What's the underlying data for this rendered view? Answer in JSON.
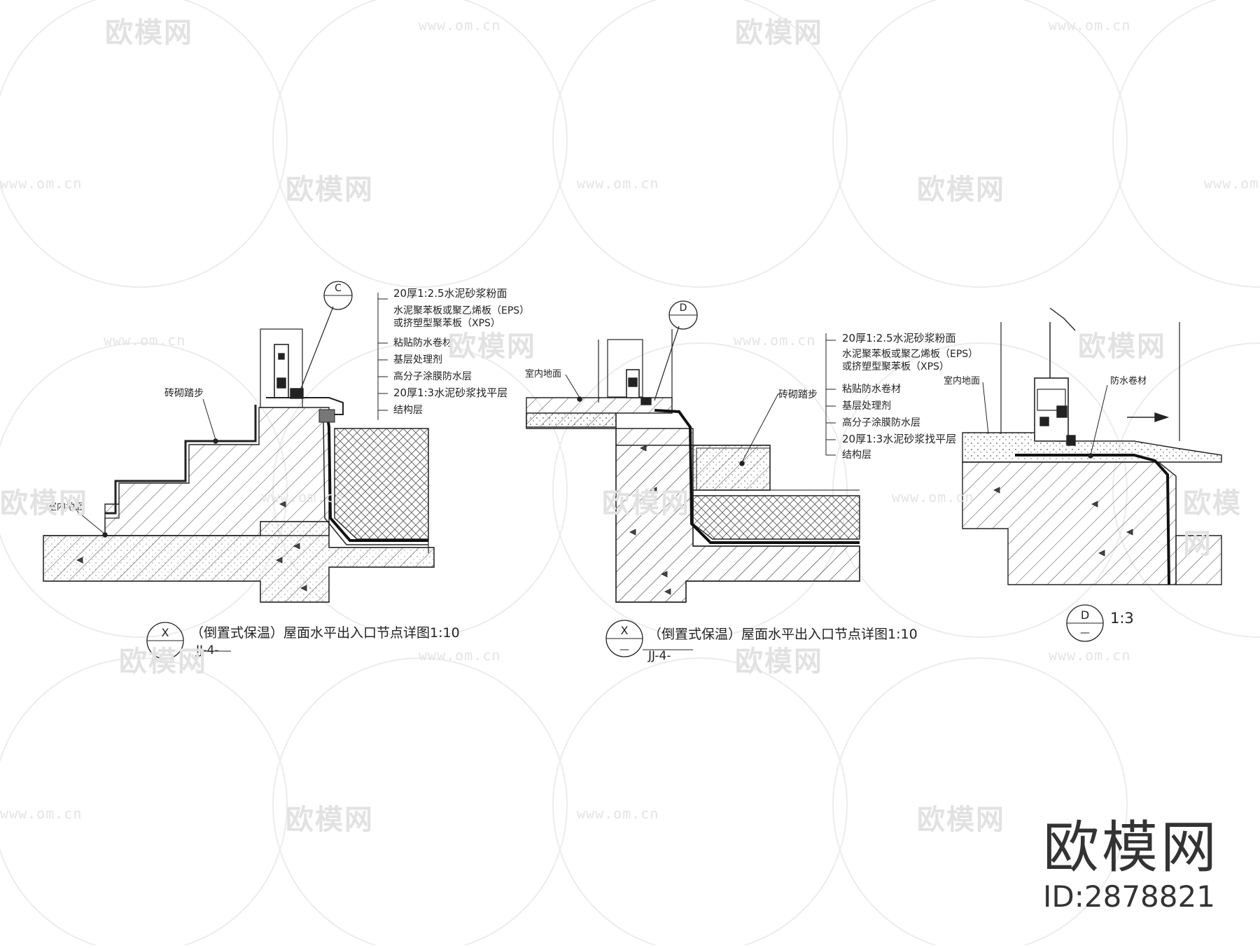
{
  "watermark": {
    "logo_text": "欧模网",
    "url_text": "www.om.cn"
  },
  "brand": {
    "name": "欧模网",
    "id": "ID:2878821"
  },
  "drawing1": {
    "callout_letter": "C",
    "labels": [
      "20厚1:2.5水泥砂浆粉面",
      "水泥聚苯板或聚乙烯板（EPS）",
      "或挤塑型聚苯板（XPS）",
      "粘贴防水卷材",
      "基层处理剂",
      "高分子涂膜防水层",
      "20厚1:3水泥砂浆找平层",
      "结构层"
    ],
    "step_label": "砖砌踏步",
    "floor_label": "室内地面",
    "section_letter": "X",
    "section_sub": "—",
    "section_ref": "JJ-4-",
    "title": "（倒置式保温）屋面水平出入口节点详图1:10"
  },
  "drawing2": {
    "callout_letter": "D",
    "labels": [
      "20厚1:2.5水泥砂浆粉面",
      "水泥聚苯板或聚乙烯板（EPS）",
      "或挤塑型聚苯板（XPS）",
      "粘贴防水卷材",
      "基层处理剂",
      "高分子涂膜防水层",
      "20厚1:3水泥砂浆找平层",
      "结构层"
    ],
    "step_label": "砖砌踏步",
    "floor_label": "室内地面",
    "section_letter": "X",
    "section_sub": "—",
    "section_ref": "JJ-4-",
    "title": "（倒置式保温）屋面水平出入口节点详图1:10"
  },
  "drawing3": {
    "floor_label": "室内地面",
    "membrane_label": "防水卷材",
    "detail_letter": "D",
    "detail_sub": "—",
    "scale": "1:3"
  }
}
